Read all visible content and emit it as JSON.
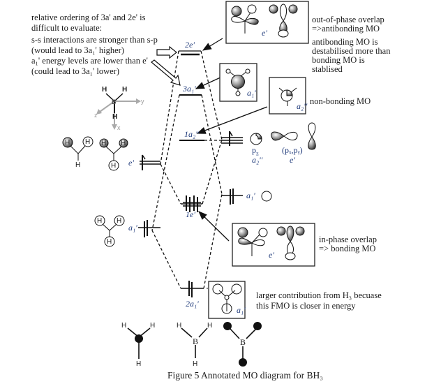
{
  "annotations": {
    "ordering_note": [
      "relative ordering of 3a' and 2e' is",
      "difficult to evaluate:",
      "s-s interactions are stronger than s-p",
      "(would lead to 3a₁' higher)",
      "a₁' energy levels are lower than e'",
      "(could lead to 3a₁' lower)"
    ],
    "antibonding_overlap": [
      "out-of-phase overlap",
      "=>antibonding MO"
    ],
    "antibonding_destabilised": [
      "antibonding MO is",
      "destabilised more than",
      "bonding MO is",
      "stablised"
    ],
    "non_bonding": "non-bonding MO",
    "bonding_overlap": [
      "in-phase overlap",
      "=> bonding MO"
    ],
    "larger_contribution": [
      "larger contribution from H₃ becuase",
      "this FMO is closer in energy"
    ]
  },
  "mo_levels": {
    "e2": "2e'",
    "a1_3": "3a₁'",
    "a2_1": "1a₂''",
    "e1": "1e'",
    "a1_2": "2a₁'"
  },
  "fragment_labels": {
    "h3_e": "e'",
    "h3_a1": "a₁'",
    "b_pz": "p",
    "b_pz_sub": "z",
    "b_pz_sym": "a₂''",
    "b_pxpy": "(pₓ,pᵧ)",
    "b_pxpy_sym": "e'",
    "b_s_sym": "a₁'",
    "box_e_top": "e'",
    "box_a1_top": "a₁'",
    "box_a2": "a₂''",
    "box_e_bottom": "e'",
    "box_a1_bottom": "a₁'"
  },
  "axes": {
    "x": "x",
    "y": "y",
    "z": "z",
    "atom_b": "B",
    "atom_h": "H"
  },
  "structures": {
    "h": "H",
    "b": "B"
  },
  "caption": "Figure 5 Annotated MO diagram for BH₃"
}
